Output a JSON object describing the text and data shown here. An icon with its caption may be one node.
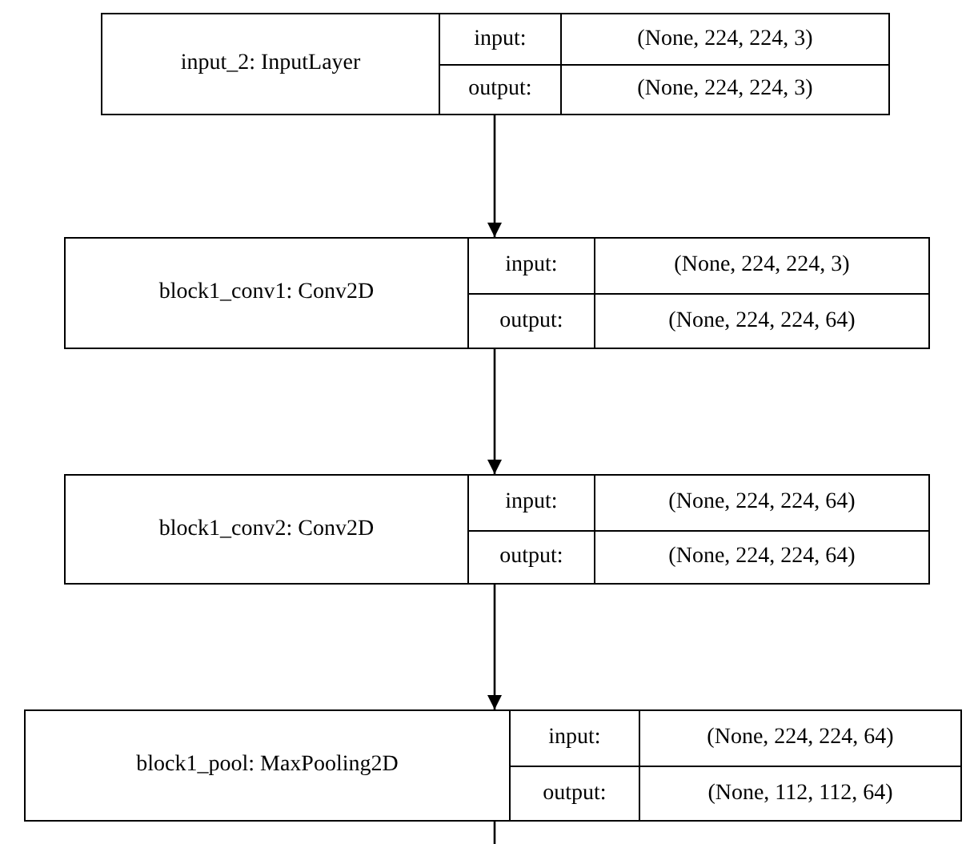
{
  "diagram": {
    "nodes": [
      {
        "text": [
          "input_2: InputLayer",
          "input:",
          "(None, 224, 224, 3)",
          "output:",
          "(None, 224, 224, 3)"
        ]
      },
      {
        "text": [
          "block1_conv1: Conv2D",
          "input:",
          "(None, 224, 224, 3)",
          "output:",
          "(None, 224, 224, 64)"
        ]
      },
      {
        "text": [
          "block1_conv2: Conv2D",
          "input:",
          "(None, 224, 224, 64)",
          "output:",
          "(None, 224, 224, 64)"
        ]
      },
      {
        "text": [
          "block1_pool: MaxPooling2D",
          "input:",
          "(None, 224, 224, 64)",
          "output:",
          "(None, 112, 112, 64)"
        ]
      }
    ],
    "edges": [
      {
        "from": 0,
        "to": 1,
        "arrow": "to"
      },
      {
        "from": 1,
        "to": 2,
        "arrow": "to"
      },
      {
        "from": 2,
        "to": 3,
        "arrow": "to"
      },
      {
        "from": 3,
        "to": null,
        "arrow": "none"
      }
    ]
  }
}
